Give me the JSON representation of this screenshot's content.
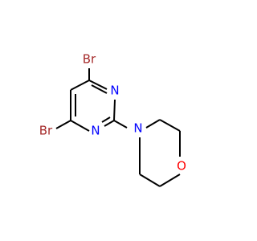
{
  "molecule": {
    "atoms": {
      "br_top": {
        "label": "Br",
        "color": "#a52a2a"
      },
      "br_left": {
        "label": "Br",
        "color": "#a52a2a"
      },
      "n_ring_top": {
        "label": "N",
        "color": "#0000ff"
      },
      "n_ring_bottom": {
        "label": "N",
        "color": "#0000ff"
      },
      "n_morpholine": {
        "label": "N",
        "color": "#0000ff"
      },
      "o_morpholine": {
        "label": "O",
        "color": "#ff0000"
      }
    },
    "bond_color": "#000000"
  }
}
